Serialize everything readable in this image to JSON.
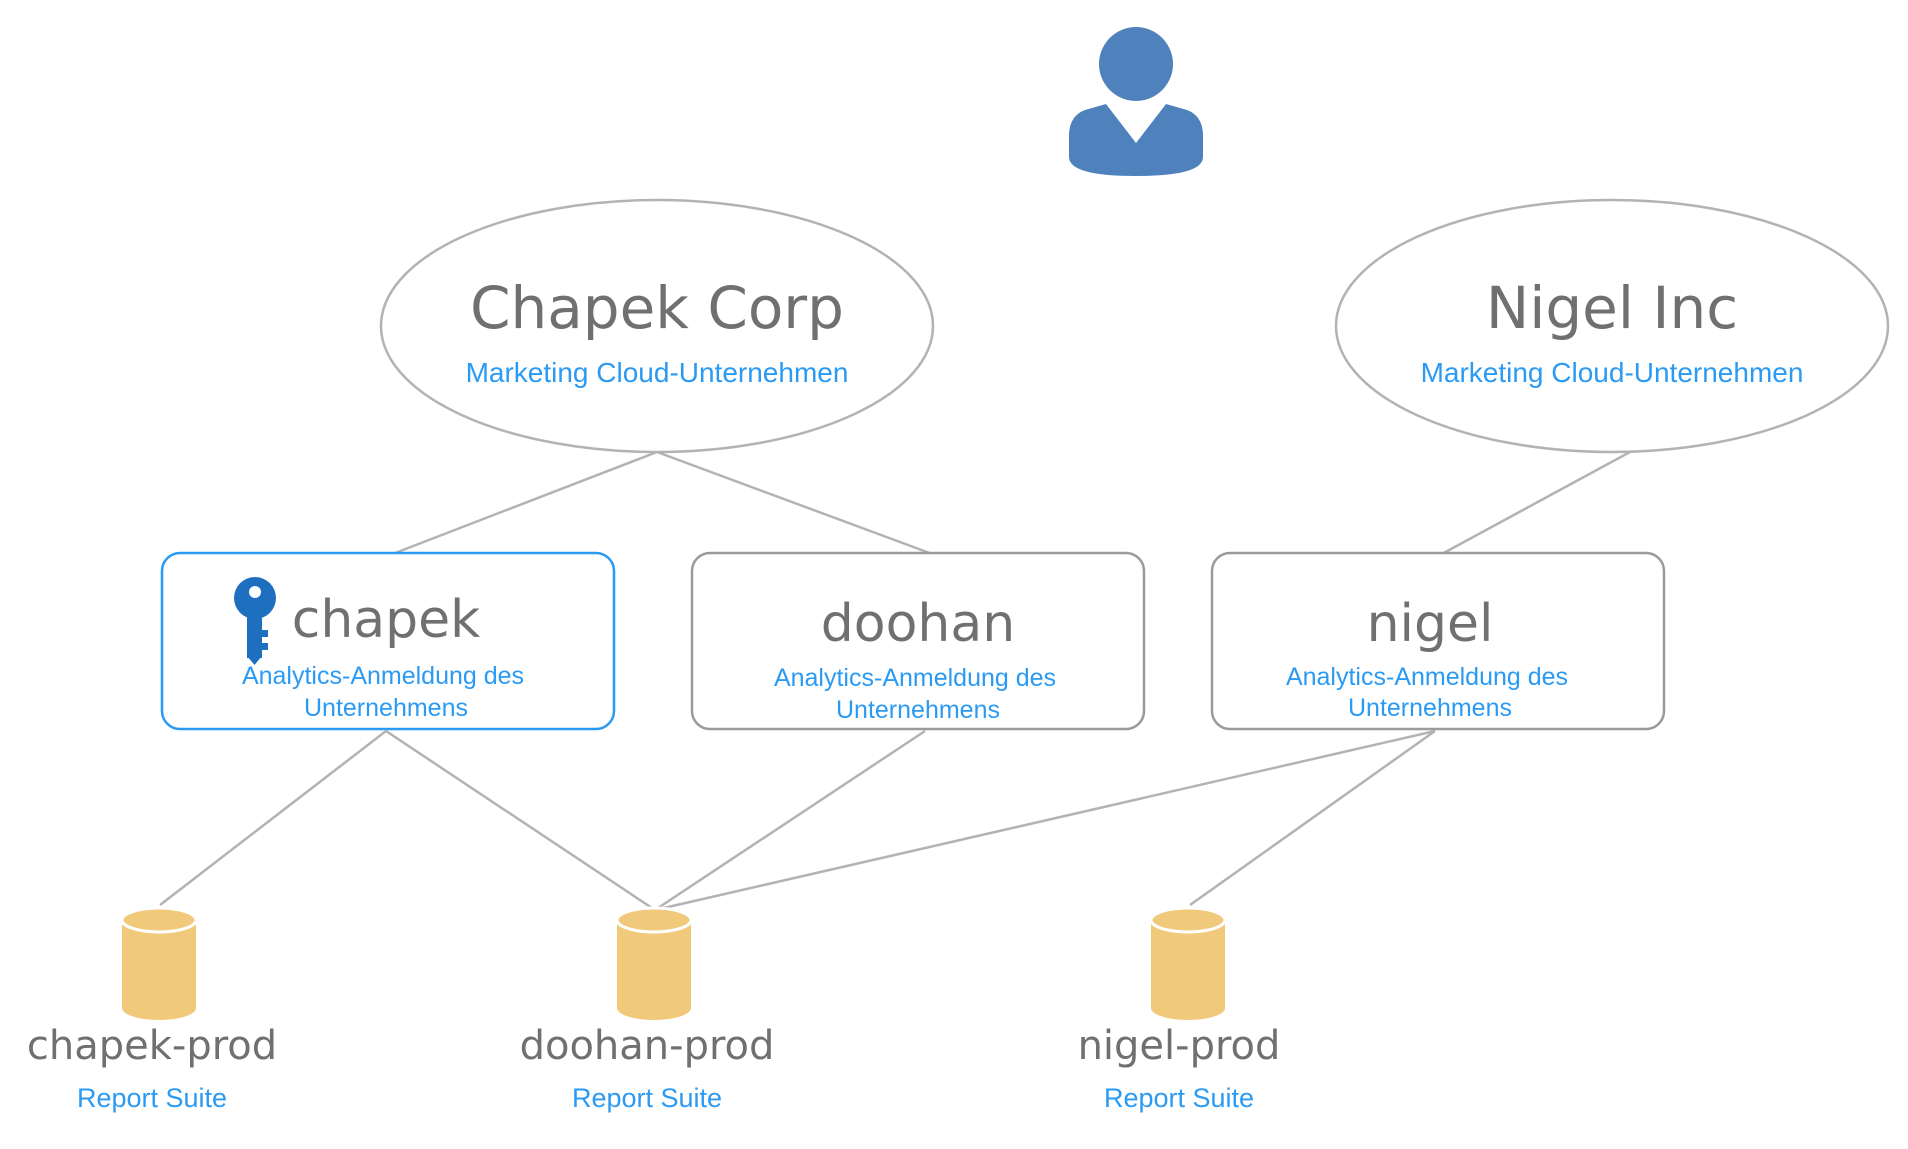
{
  "companies": [
    {
      "name": "Chapek Corp",
      "type_label": "Marketing Cloud-Unternehmen"
    },
    {
      "name": "Nigel Inc",
      "type_label": "Marketing Cloud-Unternehmen"
    }
  ],
  "logins": [
    {
      "name": "chapek",
      "type_line1": "Analytics-Anmeldung des",
      "type_line2": "Unternehmens",
      "highlighted": true,
      "icon": "key-icon"
    },
    {
      "name": "doohan",
      "type_line1": "Analytics-Anmeldung des",
      "type_line2": "Unternehmens",
      "highlighted": false
    },
    {
      "name": "nigel",
      "type_line1": "Analytics-Anmeldung des",
      "type_line2": "Unternehmens",
      "highlighted": false
    }
  ],
  "report_suites": [
    {
      "name": "chapek-prod",
      "type_label": "Report Suite"
    },
    {
      "name": "doohan-prod",
      "type_label": "Report Suite"
    },
    {
      "name": "nigel-prod",
      "type_label": "Report Suite"
    }
  ],
  "user": {
    "icon": "user-icon"
  },
  "colors": {
    "accent_blue": "#2b9af3",
    "title_gray": "#707070",
    "line_gray": "#b3b3b3",
    "user_blue": "#4f81bd",
    "key_blue": "#1f6fc0",
    "database_gold": "#f0c97b"
  }
}
